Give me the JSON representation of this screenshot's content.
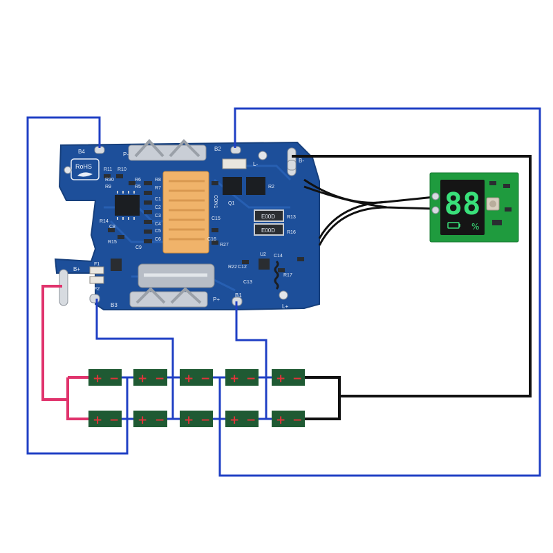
{
  "colors": {
    "wire_blue": "#1f3fc4",
    "wire_black": "#111111",
    "wire_pink": "#e0336c",
    "pcb_blue": "#1d4f9a",
    "cell_green": "#1f5a33",
    "cell_sign": "#e0333a",
    "display_board": "#1f9b3e",
    "display_digits": "#39e07a",
    "connector_orange": "#f0b36a"
  },
  "board": {
    "pad_labels": {
      "b4": "B4",
      "p_minus": "P-",
      "b2": "B2",
      "b_minus": "B-",
      "b_plus": "B+",
      "b3": "B3",
      "p_plus": "P+",
      "b1": "B1",
      "l_minus": "L-",
      "l_plus": "L+"
    },
    "rohs": "RoHS",
    "components": {
      "r11": "R11",
      "r10": "R10",
      "r9": "R9",
      "r30": "R30",
      "r8": "R8",
      "r7": "R7",
      "r6": "R6",
      "r5": "R5",
      "c1": "C1",
      "c2": "C2",
      "c3": "C3",
      "c4": "C4",
      "c5": "C5",
      "c6": "C6",
      "c8": "C8",
      "c9": "C9",
      "r14": "R14",
      "r15": "R15",
      "r2": "R2",
      "r13": "R13",
      "r16": "R16",
      "r17": "R17",
      "r27": "R27",
      "r22": "R22",
      "c15": "C15",
      "c12": "C12",
      "c13": "C13",
      "c14": "C14",
      "c16": "C16",
      "u2": "U2",
      "q1": "Q1",
      "f1": "F1",
      "f2": "F2",
      "con1": "CON1",
      "e00d_a": "E00D",
      "e00d_b": "E00D"
    }
  },
  "display": {
    "digits": "88",
    "percent": "%"
  },
  "cells": {
    "plus": "+",
    "minus": "−",
    "count": 10
  }
}
